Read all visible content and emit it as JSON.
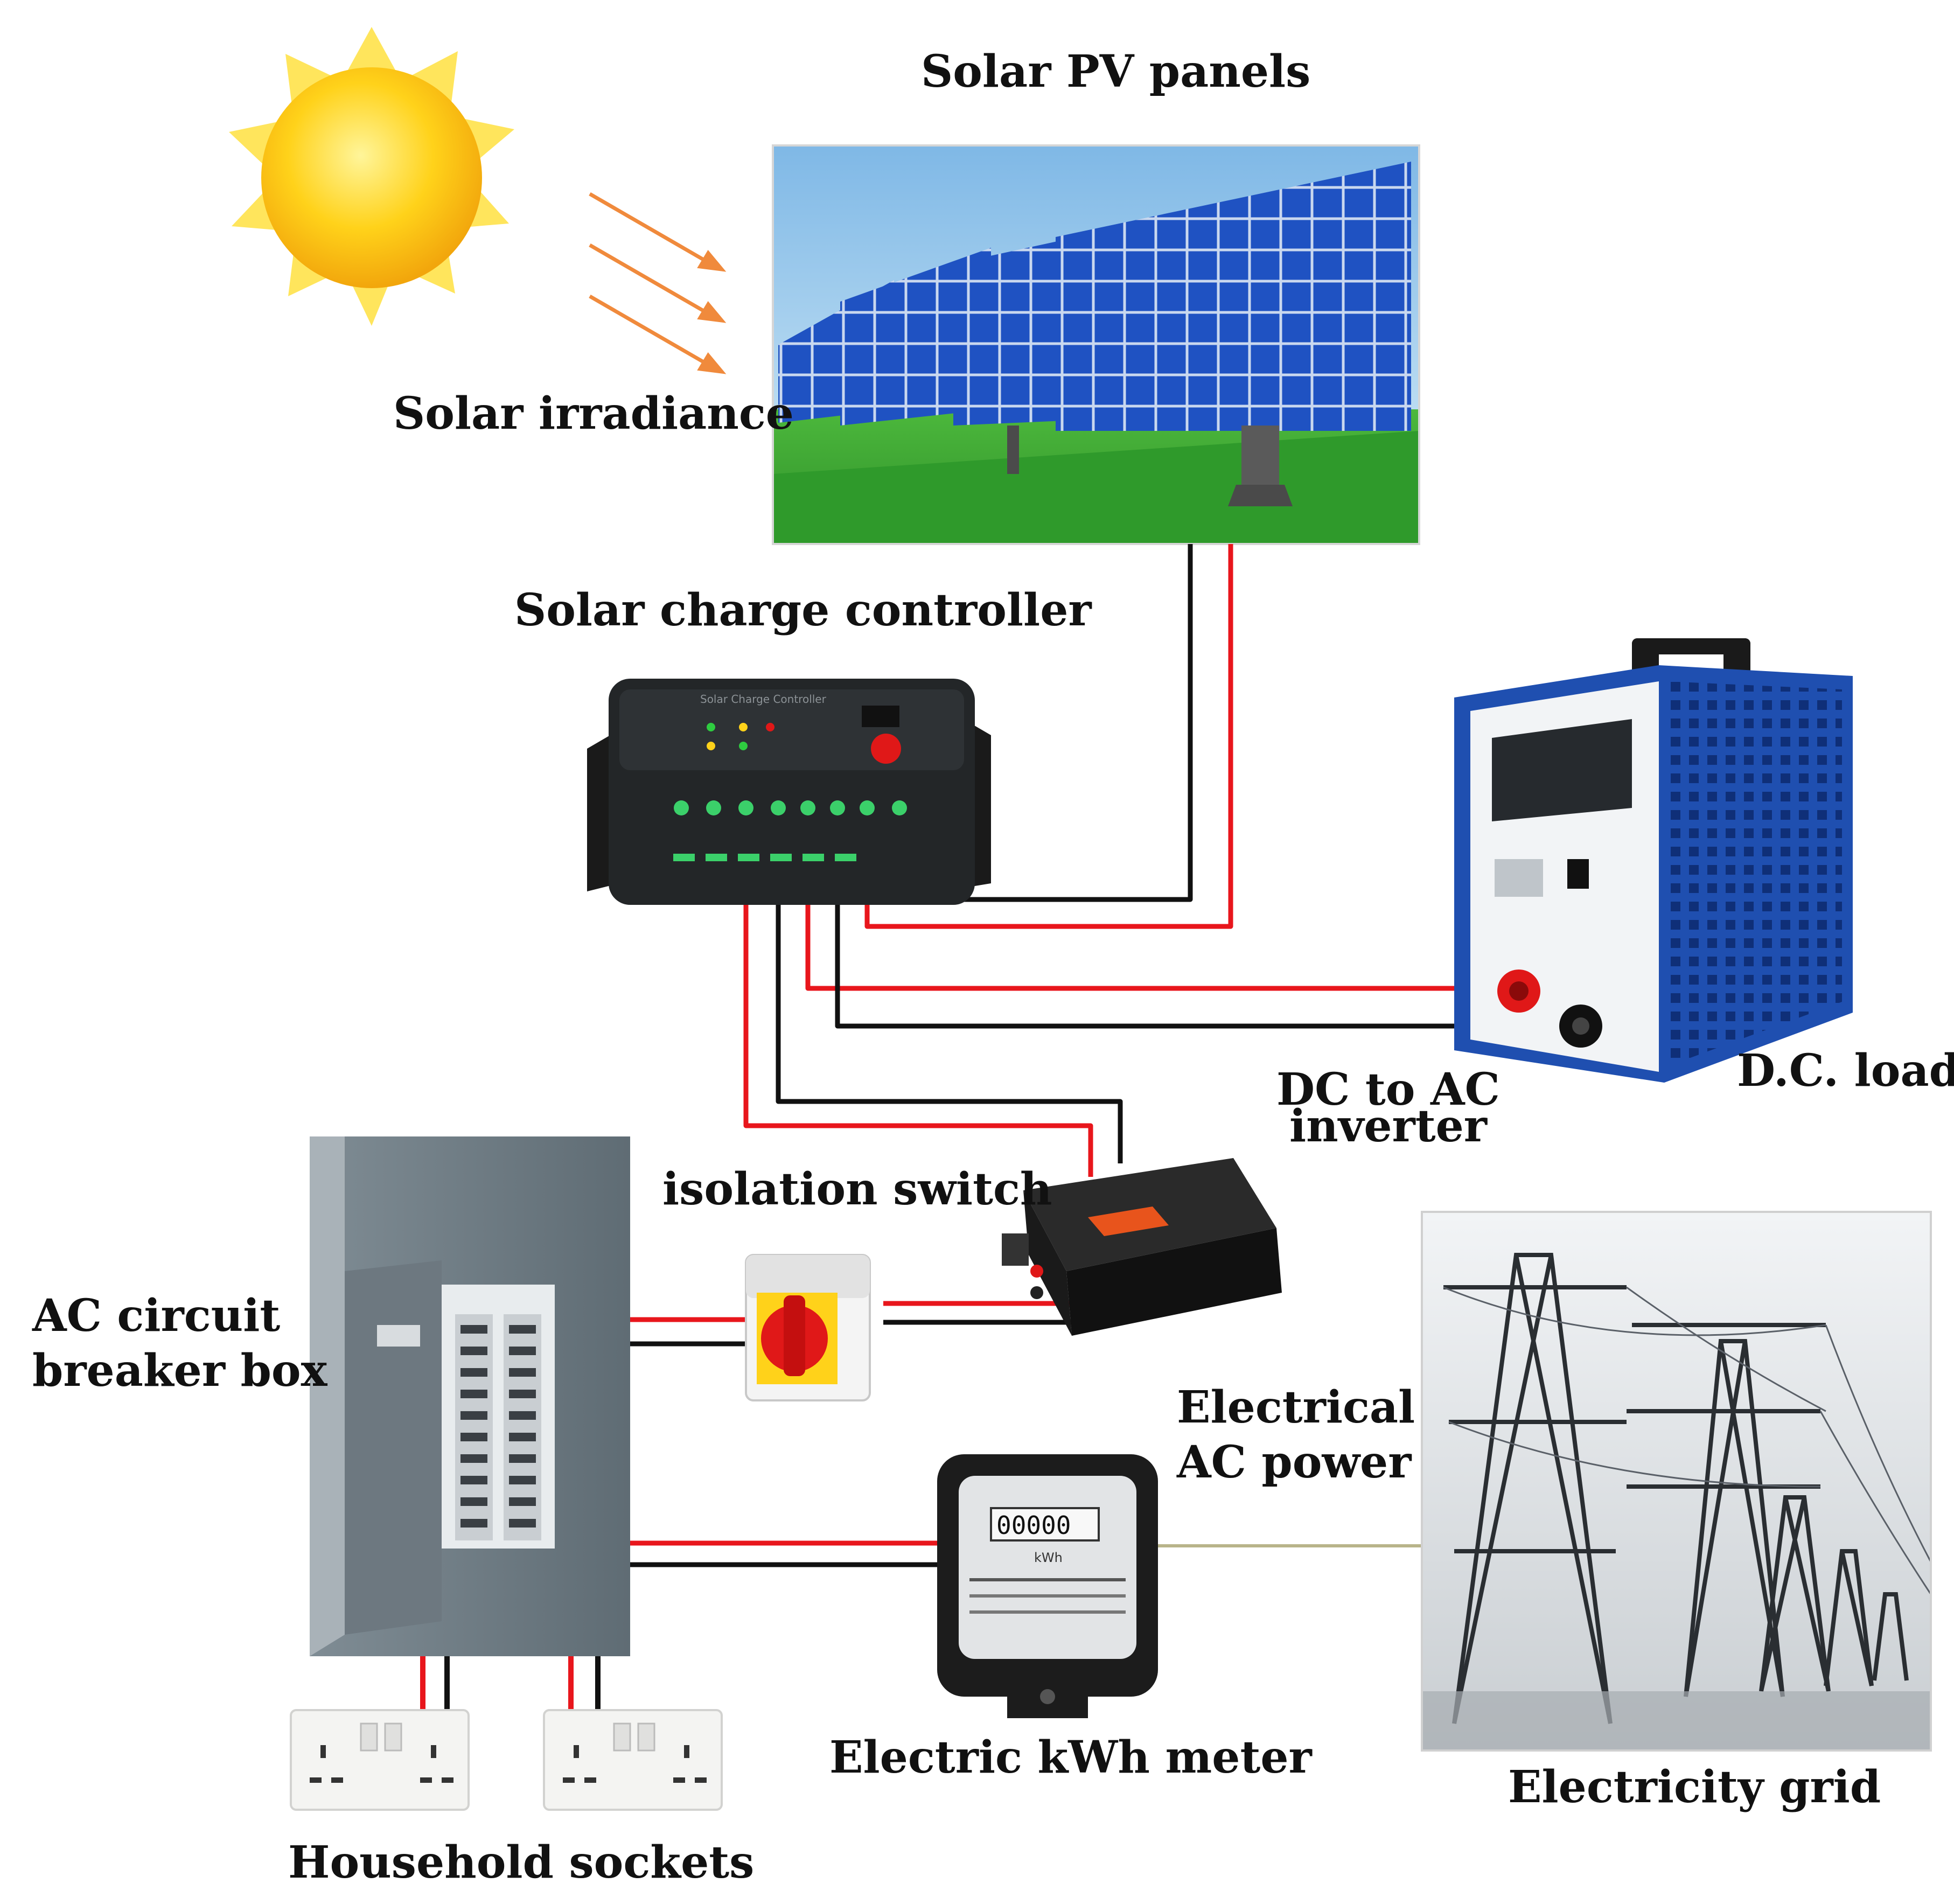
{
  "labels": {
    "solar_pv_panels": "Solar PV panels",
    "solar_irradiance": "Solar irradiance",
    "solar_charge_controller": "Solar charge controller",
    "dc_load": "D.C. load",
    "dc_to_ac_line1": "DC to AC",
    "dc_to_ac_line2": "inverter",
    "isolation_switch": "isolation switch",
    "ac_breaker_line1": "AC circuit",
    "ac_breaker_line2": "breaker box",
    "electrical_ac_line1": "Electrical",
    "electrical_ac_line2": "AC power",
    "kwh_meter": "Electric kWh meter",
    "electricity_grid": "Electricity grid",
    "household_sockets": "Household sockets"
  },
  "device_text": {
    "controller_panel_title": "Solar Charge Controller",
    "meter_reading": "00000",
    "meter_unit": "kWh"
  },
  "colors": {
    "positive_wire": "#e8161c",
    "negative_wire": "#111111",
    "grid_wire": "#b8b48a",
    "sun": "#ffd21a",
    "sun_rays": "#ffe55c",
    "irradiance_arrows": "#f08a3c",
    "pv_cells": "#1d4fb8",
    "sky": "#9ed0f0",
    "grass": "#3aa835",
    "dc_load_body": "#1f4fb0"
  }
}
